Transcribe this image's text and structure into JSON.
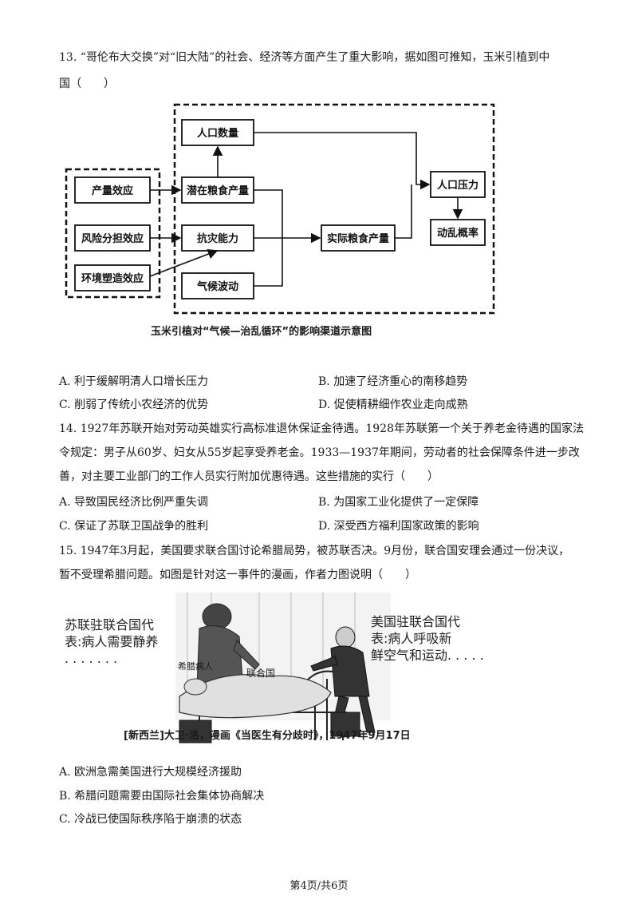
{
  "q13": {
    "stem_line1": "13. “哥伦布大交换”对“旧大陆”的社会、经济等方面产生了重大影响，据如图可推知，玉米引植到中",
    "stem_line2": "国（　　）",
    "diagram": {
      "population": "人口数量",
      "potential_grain": "潜在粮食产量",
      "resilience": "抗灾能力",
      "climate": "气候波动",
      "actual_grain": "实际粮食产量",
      "pop_pressure": "人口压力",
      "unrest": "动乱概率",
      "yield_effect": "产量效应",
      "risk_effect": "风险分担效应",
      "env_effect": "环境塑造效应",
      "caption": "玉米引植对“气候—治乱循环”的影响渠道示意图"
    },
    "options": {
      "a": "A. 利于缓解明清人口增长压力",
      "b": "B. 加速了经济重心的南移趋势",
      "c": "C. 削弱了传统小农经济的优势",
      "d": "D. 促使精耕细作农业走向成熟"
    }
  },
  "q14": {
    "line1": "14. 1927年苏联开始对劳动英雄实行高标准退休保证金待遇。1928年苏联第一个关于养老金待遇的国家法",
    "line2": "令规定：男子从60岁、妇女从55岁起享受养老金。1933—1937年期间，劳动者的社会保障条件进一步改",
    "line3": "善，对主要工业部门的工作人员实行附加优惠待遇。这些措施的实行（　　）",
    "options": {
      "a": "A. 导致国民经济比例严重失调",
      "b": "B. 为国家工业化提供了一定保障",
      "c": "C. 保证了苏联卫国战争的胜利",
      "d": "D. 深受西方福利国家政策的影响"
    }
  },
  "q15": {
    "line1": "15. 1947年3月起，美国要求联合国讨论希腊局势，被苏联否决。9月份，联合国安理会通过一份决议，",
    "line2": "暂不受理希腊问题。如图是针对这一事件的漫画，作者力图说明（　　）",
    "cartoon": {
      "left_speech": "苏联驻联合国代\n表:病人需要静养\n. . . . . . .",
      "right_speech": "美国驻联合国代\n表:病人呼吸新\n鲜空气和运动. . . . .",
      "label_greece": "希腊病人",
      "label_un": "联合国",
      "caption": "[新西兰]大卫·洛，漫画《当医生有分歧时》，1947年9月17日"
    },
    "options": {
      "a": "A. 欧洲急需美国进行大规模经济援助",
      "b": "B. 希腊问题需要由国际社会集体协商解决",
      "c": "C. 冷战已使国际秩序陷于崩溃的状态"
    }
  },
  "footer": "第4页/共6页"
}
